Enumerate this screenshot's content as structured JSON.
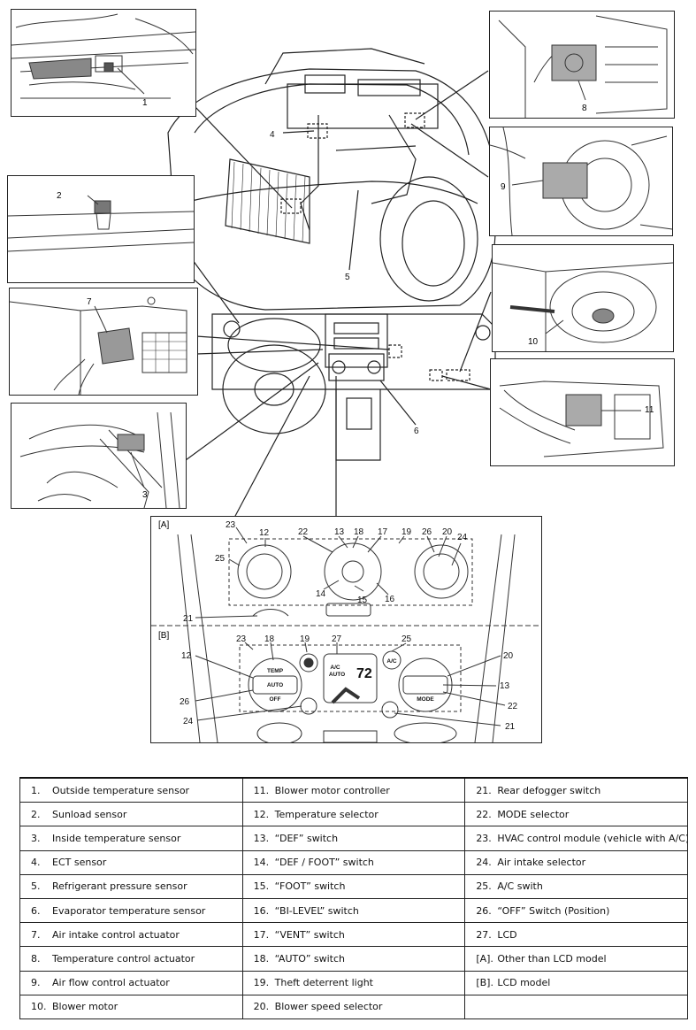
{
  "callouts": {
    "c1": "1",
    "c2": "2",
    "c3": "3",
    "c4": "4",
    "c5": "5",
    "c6": "6",
    "c7": "7",
    "c8": "8",
    "c9": "9",
    "c10": "10",
    "c11": "11"
  },
  "panel_a": {
    "tag": "[A]",
    "labels": [
      "23",
      "12",
      "22",
      "13",
      "18",
      "17",
      "19",
      "26",
      "20",
      "24",
      "25",
      "14",
      "15",
      "16",
      "21"
    ]
  },
  "panel_b": {
    "tag": "[B]",
    "labels": [
      "23",
      "18",
      "19",
      "27",
      "25",
      "12",
      "20",
      "13",
      "26",
      "22",
      "24",
      "21"
    ],
    "knob_temp": "TEMP",
    "knob_auto": "AUTO",
    "knob_off": "OFF",
    "knob_mode": "MODE",
    "ac_button": "A/C",
    "lcd_value": "72",
    "lcd_ac": "A/C",
    "lcd_auto": "AUTO"
  },
  "legend": [
    [
      {
        "num": "1.",
        "text": "Outside temperature sensor"
      },
      {
        "num": "11.",
        "text": "Blower motor controller"
      },
      {
        "num": "21.",
        "text": "Rear defogger switch"
      }
    ],
    [
      {
        "num": "2.",
        "text": "Sunload sensor"
      },
      {
        "num": "12.",
        "text": "Temperature selector"
      },
      {
        "num": "22.",
        "text": "MODE selector"
      }
    ],
    [
      {
        "num": "3.",
        "text": "Inside temperature sensor"
      },
      {
        "num": "13.",
        "text": "“DEF” switch"
      },
      {
        "num": "23.",
        "text": "HVAC control module (vehicle with A/C)"
      }
    ],
    [
      {
        "num": "4.",
        "text": "ECT sensor"
      },
      {
        "num": "14.",
        "text": "“DEF / FOOT” switch"
      },
      {
        "num": "24.",
        "text": "Air intake selector"
      }
    ],
    [
      {
        "num": "5.",
        "text": "Refrigerant pressure sensor"
      },
      {
        "num": "15.",
        "text": "“FOOT” switch"
      },
      {
        "num": "25.",
        "text": "A/C swith"
      }
    ],
    [
      {
        "num": "6.",
        "text": "Evaporator temperature sensor"
      },
      {
        "num": "16.",
        "text": "“BI-LEVEL” switch"
      },
      {
        "num": "26.",
        "text": "“OFF” Switch (Position)"
      }
    ],
    [
      {
        "num": "7.",
        "text": "Air intake control actuator"
      },
      {
        "num": "17.",
        "text": "“VENT” switch"
      },
      {
        "num": "27.",
        "text": "LCD"
      }
    ],
    [
      {
        "num": "8.",
        "text": "Temperature control actuator"
      },
      {
        "num": "18.",
        "text": "“AUTO” switch"
      },
      {
        "num": "[A].",
        "text": "Other than LCD model"
      }
    ],
    [
      {
        "num": "9.",
        "text": "Air flow control actuator"
      },
      {
        "num": "19.",
        "text": "Theft deterrent light"
      },
      {
        "num": "[B].",
        "text": "LCD model"
      }
    ],
    [
      {
        "num": "10.",
        "text": "Blower motor"
      },
      {
        "num": "20.",
        "text": "Blower speed selector"
      },
      {
        "num": "",
        "text": ""
      }
    ]
  ]
}
